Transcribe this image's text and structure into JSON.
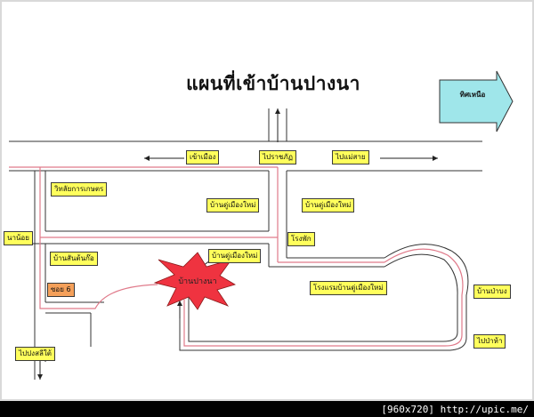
{
  "title": "แผนที่เข้าบ้านปางนา",
  "north_label": "ทิศเหนือ",
  "target_label": "บ้านปางนา",
  "labels": {
    "khao_mueang": "เข้าเมือง",
    "pai_rajabhat": "ไปราชภัฏ",
    "pai_mae_sai": "ไปแม่สาย",
    "witthayalai_kaset": "วิทลัยการเกษตร",
    "ban_du_1": "บ้านดู่เมืองใหม่",
    "ban_du_2": "บ้านดู่เมืองใหม่",
    "ban_du_3": "บ้านดู่เมืองใหม่",
    "rongphak": "โรงพัก",
    "na_noi": "นาน้อย",
    "ban_san_ton_kho": "บ้านสันต้นก๊อ",
    "soi_6": "ซอย 6",
    "rongraem": "โรงแรมบ้านดู่เมืองใหม่",
    "ban_pa_bong": "บ้านป่าบง",
    "pai_pa_ha": "ไปป่าห้า",
    "pai_pong_sali": "ไปปงสลีใต้"
  },
  "colors": {
    "label_fill": "#ffff5c",
    "soi_fill": "#f5a05a",
    "route": "#e07a8a",
    "burst": "#ef3340"
  },
  "footer": "[960x720] http://upic.me/"
}
